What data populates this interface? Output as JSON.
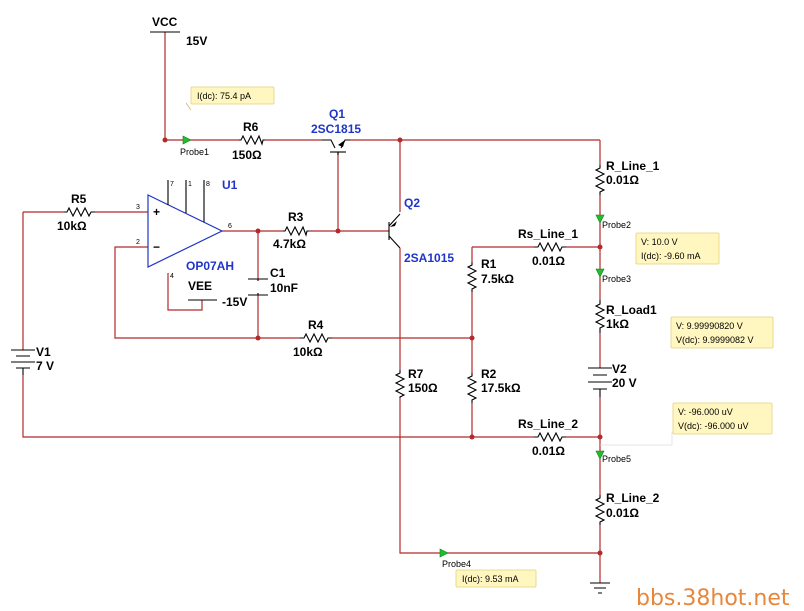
{
  "power": {
    "vcc_label": "VCC",
    "vcc_value": "15V",
    "vee_label": "VEE",
    "vee_value": "-15V"
  },
  "components": {
    "r5": {
      "ref": "R5",
      "value": "10kΩ"
    },
    "r6": {
      "ref": "R6",
      "value": "150Ω"
    },
    "r3": {
      "ref": "R3",
      "value": "4.7kΩ"
    },
    "r4": {
      "ref": "R4",
      "value": "10kΩ"
    },
    "r1": {
      "ref": "R1",
      "value": "7.5kΩ"
    },
    "r2": {
      "ref": "R2",
      "value": "17.5kΩ"
    },
    "r7": {
      "ref": "R7",
      "value": "150Ω"
    },
    "c1": {
      "ref": "C1",
      "value": "10nF"
    },
    "q1": {
      "ref": "Q1",
      "part": "2SC1815"
    },
    "q2": {
      "ref": "Q2",
      "part": "2SA1015"
    },
    "u1": {
      "ref": "U1",
      "part": "OP07AH"
    },
    "v1": {
      "ref": "V1",
      "value": "7 V"
    },
    "v2": {
      "ref": "V2",
      "value": "20 V"
    },
    "r_line_1": {
      "ref": "R_Line_1",
      "value": "0.01Ω"
    },
    "rs_line_1": {
      "ref": "Rs_Line_1",
      "value": "0.01Ω"
    },
    "r_load1": {
      "ref": "R_Load1",
      "value": "1kΩ"
    },
    "rs_line_2": {
      "ref": "Rs_Line_2",
      "value": "0.01Ω"
    },
    "r_line_2": {
      "ref": "R_Line_2",
      "value": "0.01Ω"
    }
  },
  "opamp_pins": {
    "p3": "3",
    "p2": "2",
    "p7": "7",
    "p1": "1",
    "p8": "8",
    "p6": "6",
    "p4": "4",
    "plus": "+",
    "minus": "−"
  },
  "probes": {
    "probe1": {
      "name": "Probe1",
      "lines": [
        "I(dc): 75.4 pA"
      ]
    },
    "probe2": {
      "name": "Probe2",
      "lines": [
        "V: 10.0 V",
        "I(dc): -9.60 mA"
      ]
    },
    "probe3": {
      "name": "Probe3",
      "lines": [
        "V: 9.99990820 V",
        "V(dc): 9.9999082 V"
      ]
    },
    "probe4": {
      "name": "Probe4",
      "lines": [
        "I(dc): 9.53 mA"
      ]
    },
    "probe5": {
      "name": "Probe5",
      "lines": [
        "V: -96.000 uV",
        "V(dc): -96.000 uV"
      ]
    }
  },
  "watermark": "bbs.38hot.net",
  "colors": {
    "wire": "#b22a2a",
    "label_blue": "#1f35c8",
    "probe_green": "#1fbf2a",
    "note_bg": "#fff6c0",
    "watermark": "#e8863a"
  }
}
